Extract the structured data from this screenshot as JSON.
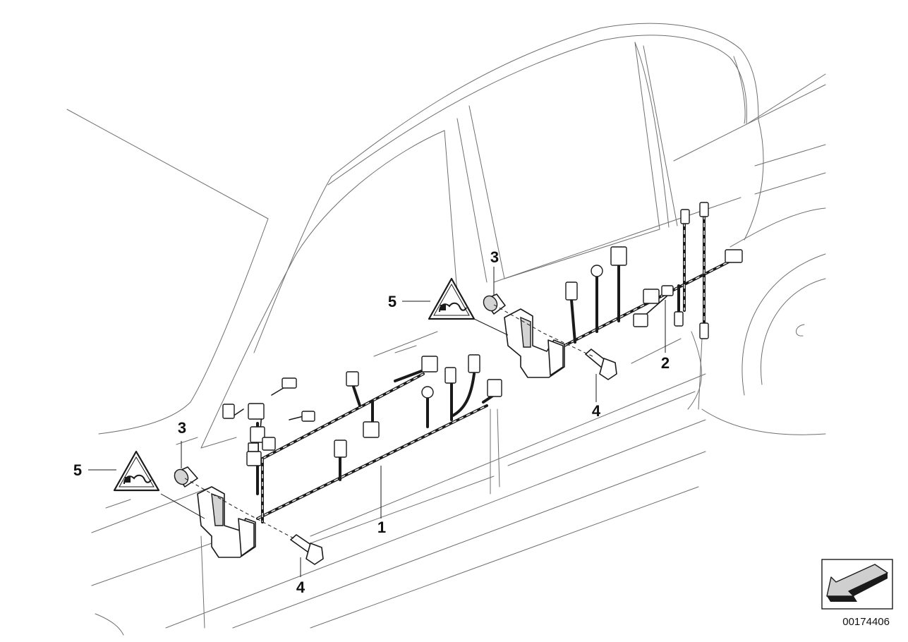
{
  "callouts": {
    "part_1": "1",
    "part_2": "2",
    "part_3_rear": "3",
    "part_3_front": "3",
    "part_4_rear": "4",
    "part_4_front": "4",
    "part_5_rear": "5",
    "part_5_front": "5"
  },
  "catalog_number": "00174406",
  "icons": {
    "orientation": "direction-arrow-icon",
    "warning": "warning-triangle-airbag-icon"
  },
  "colors": {
    "line": "#1a1a1a",
    "body_outline": "#6f6f6f",
    "arrow_fill": "#cfcfcf"
  }
}
